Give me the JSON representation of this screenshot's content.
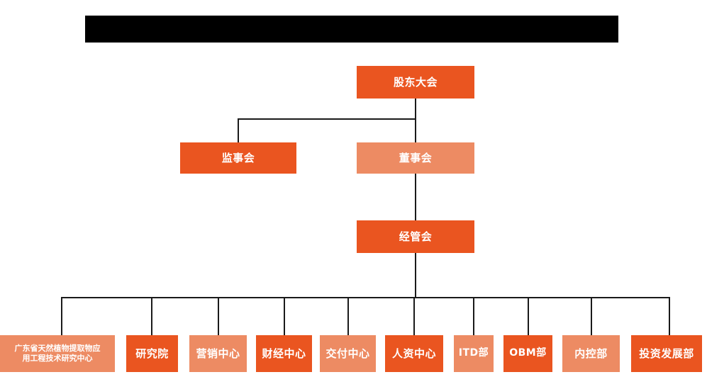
{
  "diagram": {
    "type": "org-chart",
    "title_bar": {
      "label": "",
      "redacted": true
    },
    "colors": {
      "dark_orange": "#EA5520",
      "light_orange": "#ED8B63",
      "line": "#1a1a1a",
      "background": "#ffffff",
      "text": "#ffffff",
      "redaction": "#000000"
    },
    "levels": [
      {
        "level": 1,
        "nodes": [
          {
            "id": "shareholders",
            "label": "股东大会",
            "shade": "dark"
          }
        ]
      },
      {
        "level": 2,
        "nodes": [
          {
            "id": "supervisors",
            "label": "监事会",
            "shade": "dark"
          },
          {
            "id": "directors",
            "label": "董事会",
            "shade": "light"
          }
        ]
      },
      {
        "level": 3,
        "nodes": [
          {
            "id": "management",
            "label": "经管会",
            "shade": "dark"
          }
        ]
      },
      {
        "level": 4,
        "nodes": [
          {
            "id": "research-center",
            "label": "广东省天然植物提取物应用工程技术研究中心",
            "line1": "广东省天然植物提取物应",
            "line2": "用工程技术研究中心",
            "shade": "light"
          },
          {
            "id": "institute",
            "label": "研究院",
            "shade": "dark"
          },
          {
            "id": "marketing",
            "label": "营销中心",
            "shade": "light"
          },
          {
            "id": "finance",
            "label": "财经中心",
            "shade": "dark"
          },
          {
            "id": "delivery",
            "label": "交付中心",
            "shade": "light"
          },
          {
            "id": "hr",
            "label": "人资中心",
            "shade": "dark"
          },
          {
            "id": "itd",
            "label": "ITD部",
            "shade": "light"
          },
          {
            "id": "obm",
            "label": "OBM部",
            "shade": "dark"
          },
          {
            "id": "internal-control",
            "label": "内控部",
            "shade": "light"
          },
          {
            "id": "investment",
            "label": "投资发展部",
            "shade": "dark"
          }
        ]
      }
    ],
    "edges": [
      {
        "from": "shareholders",
        "to": "supervisors"
      },
      {
        "from": "shareholders",
        "to": "directors"
      },
      {
        "from": "directors",
        "to": "management"
      },
      {
        "from": "management",
        "to": "research-center"
      },
      {
        "from": "management",
        "to": "institute"
      },
      {
        "from": "management",
        "to": "marketing"
      },
      {
        "from": "management",
        "to": "finance"
      },
      {
        "from": "management",
        "to": "delivery"
      },
      {
        "from": "management",
        "to": "hr"
      },
      {
        "from": "management",
        "to": "itd"
      },
      {
        "from": "management",
        "to": "obm"
      },
      {
        "from": "management",
        "to": "internal-control"
      },
      {
        "from": "management",
        "to": "investment"
      }
    ]
  }
}
